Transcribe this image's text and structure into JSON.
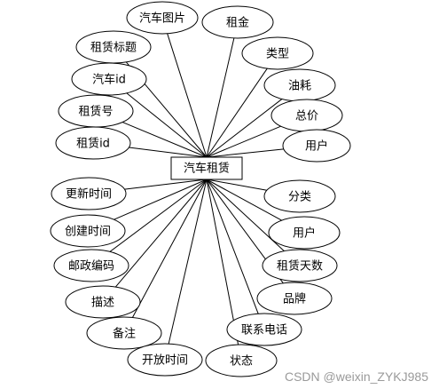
{
  "entity": {
    "label": "汽车租赁"
  },
  "attributes": [
    {
      "key": "car_image",
      "label": "汽车图片"
    },
    {
      "key": "rent_price",
      "label": "租金"
    },
    {
      "key": "rental_title",
      "label": "租赁标题"
    },
    {
      "key": "type",
      "label": "类型"
    },
    {
      "key": "car_id",
      "label": "汽车id"
    },
    {
      "key": "fuel",
      "label": "油耗"
    },
    {
      "key": "rental_no",
      "label": "租赁号"
    },
    {
      "key": "total_price",
      "label": "总价"
    },
    {
      "key": "rental_id",
      "label": "租赁id"
    },
    {
      "key": "user_1",
      "label": "用户"
    },
    {
      "key": "category",
      "label": "分类"
    },
    {
      "key": "update_time",
      "label": "更新时间"
    },
    {
      "key": "user_2",
      "label": "用户"
    },
    {
      "key": "create_time",
      "label": "创建时间"
    },
    {
      "key": "rental_days",
      "label": "租赁天数"
    },
    {
      "key": "postcode",
      "label": "邮政编码"
    },
    {
      "key": "brand",
      "label": "品牌"
    },
    {
      "key": "description",
      "label": "描述"
    },
    {
      "key": "phone",
      "label": "联系电话"
    },
    {
      "key": "remark",
      "label": "备注"
    },
    {
      "key": "open_time",
      "label": "开放时间"
    },
    {
      "key": "status",
      "label": "状态"
    }
  ],
  "watermark": "CSDN @weixin_ZYKJ985"
}
